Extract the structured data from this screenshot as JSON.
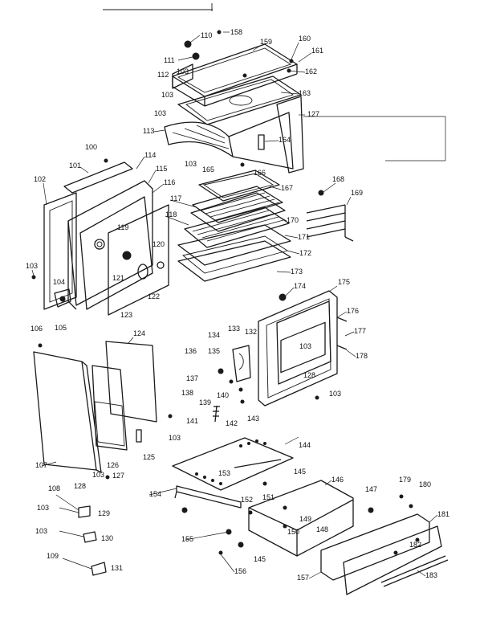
{
  "diagram": {
    "type": "exploded-parts-diagram",
    "callouts": [
      {
        "id": "100",
        "label": "100"
      },
      {
        "id": "101",
        "label": "101"
      },
      {
        "id": "102",
        "label": "102"
      },
      {
        "id": "103a",
        "label": "103"
      },
      {
        "id": "103b",
        "label": "103"
      },
      {
        "id": "103c",
        "label": "103"
      },
      {
        "id": "103d",
        "label": "103"
      },
      {
        "id": "103e",
        "label": "103"
      },
      {
        "id": "103f",
        "label": "103"
      },
      {
        "id": "103g",
        "label": "103"
      },
      {
        "id": "103h",
        "label": "103"
      },
      {
        "id": "103i",
        "label": "103"
      },
      {
        "id": "103j",
        "label": "103"
      },
      {
        "id": "103k",
        "label": "103"
      },
      {
        "id": "104",
        "label": "104"
      },
      {
        "id": "105",
        "label": "105"
      },
      {
        "id": "106",
        "label": "106"
      },
      {
        "id": "107",
        "label": "107"
      },
      {
        "id": "108",
        "label": "108"
      },
      {
        "id": "109",
        "label": "109"
      },
      {
        "id": "110",
        "label": "110"
      },
      {
        "id": "111",
        "label": "111"
      },
      {
        "id": "112",
        "label": "112"
      },
      {
        "id": "113",
        "label": "113"
      },
      {
        "id": "114",
        "label": "114"
      },
      {
        "id": "115",
        "label": "115"
      },
      {
        "id": "116",
        "label": "116"
      },
      {
        "id": "117",
        "label": "117"
      },
      {
        "id": "118",
        "label": "118"
      },
      {
        "id": "119",
        "label": "119"
      },
      {
        "id": "120",
        "label": "120"
      },
      {
        "id": "121",
        "label": "121"
      },
      {
        "id": "122",
        "label": "122"
      },
      {
        "id": "123",
        "label": "123"
      },
      {
        "id": "124",
        "label": "124"
      },
      {
        "id": "125",
        "label": "125"
      },
      {
        "id": "126",
        "label": "126"
      },
      {
        "id": "127a",
        "label": "127"
      },
      {
        "id": "127b",
        "label": "127"
      },
      {
        "id": "128a",
        "label": "128"
      },
      {
        "id": "128b",
        "label": "128"
      },
      {
        "id": "129",
        "label": "129"
      },
      {
        "id": "130",
        "label": "130"
      },
      {
        "id": "131",
        "label": "131"
      },
      {
        "id": "132",
        "label": "132"
      },
      {
        "id": "133",
        "label": "133"
      },
      {
        "id": "134",
        "label": "134"
      },
      {
        "id": "135",
        "label": "135"
      },
      {
        "id": "136",
        "label": "136"
      },
      {
        "id": "137",
        "label": "137"
      },
      {
        "id": "138",
        "label": "138"
      },
      {
        "id": "139",
        "label": "139"
      },
      {
        "id": "140",
        "label": "140"
      },
      {
        "id": "141",
        "label": "141"
      },
      {
        "id": "142",
        "label": "142"
      },
      {
        "id": "143",
        "label": "143"
      },
      {
        "id": "144",
        "label": "144"
      },
      {
        "id": "145a",
        "label": "145"
      },
      {
        "id": "145b",
        "label": "145"
      },
      {
        "id": "146",
        "label": "146"
      },
      {
        "id": "147",
        "label": "147"
      },
      {
        "id": "148",
        "label": "148"
      },
      {
        "id": "149",
        "label": "149"
      },
      {
        "id": "150",
        "label": "150"
      },
      {
        "id": "151",
        "label": "151"
      },
      {
        "id": "152",
        "label": "152"
      },
      {
        "id": "153",
        "label": "153"
      },
      {
        "id": "154",
        "label": "154"
      },
      {
        "id": "155",
        "label": "155"
      },
      {
        "id": "156",
        "label": "156"
      },
      {
        "id": "157",
        "label": "157"
      },
      {
        "id": "158",
        "label": "158"
      },
      {
        "id": "159",
        "label": "159"
      },
      {
        "id": "160",
        "label": "160"
      },
      {
        "id": "161",
        "label": "161"
      },
      {
        "id": "162",
        "label": "162"
      },
      {
        "id": "163",
        "label": "163"
      },
      {
        "id": "164",
        "label": "164"
      },
      {
        "id": "165",
        "label": "165"
      },
      {
        "id": "166",
        "label": "166"
      },
      {
        "id": "167",
        "label": "167"
      },
      {
        "id": "168",
        "label": "168"
      },
      {
        "id": "169",
        "label": "169"
      },
      {
        "id": "170",
        "label": "170"
      },
      {
        "id": "171",
        "label": "171"
      },
      {
        "id": "172",
        "label": "172"
      },
      {
        "id": "173",
        "label": "173"
      },
      {
        "id": "174",
        "label": "174"
      },
      {
        "id": "175",
        "label": "175"
      },
      {
        "id": "176",
        "label": "176"
      },
      {
        "id": "177",
        "label": "177"
      },
      {
        "id": "178",
        "label": "178"
      },
      {
        "id": "179",
        "label": "179"
      },
      {
        "id": "180",
        "label": "180"
      },
      {
        "id": "181",
        "label": "181"
      },
      {
        "id": "182",
        "label": "182"
      },
      {
        "id": "183",
        "label": "183"
      }
    ]
  }
}
